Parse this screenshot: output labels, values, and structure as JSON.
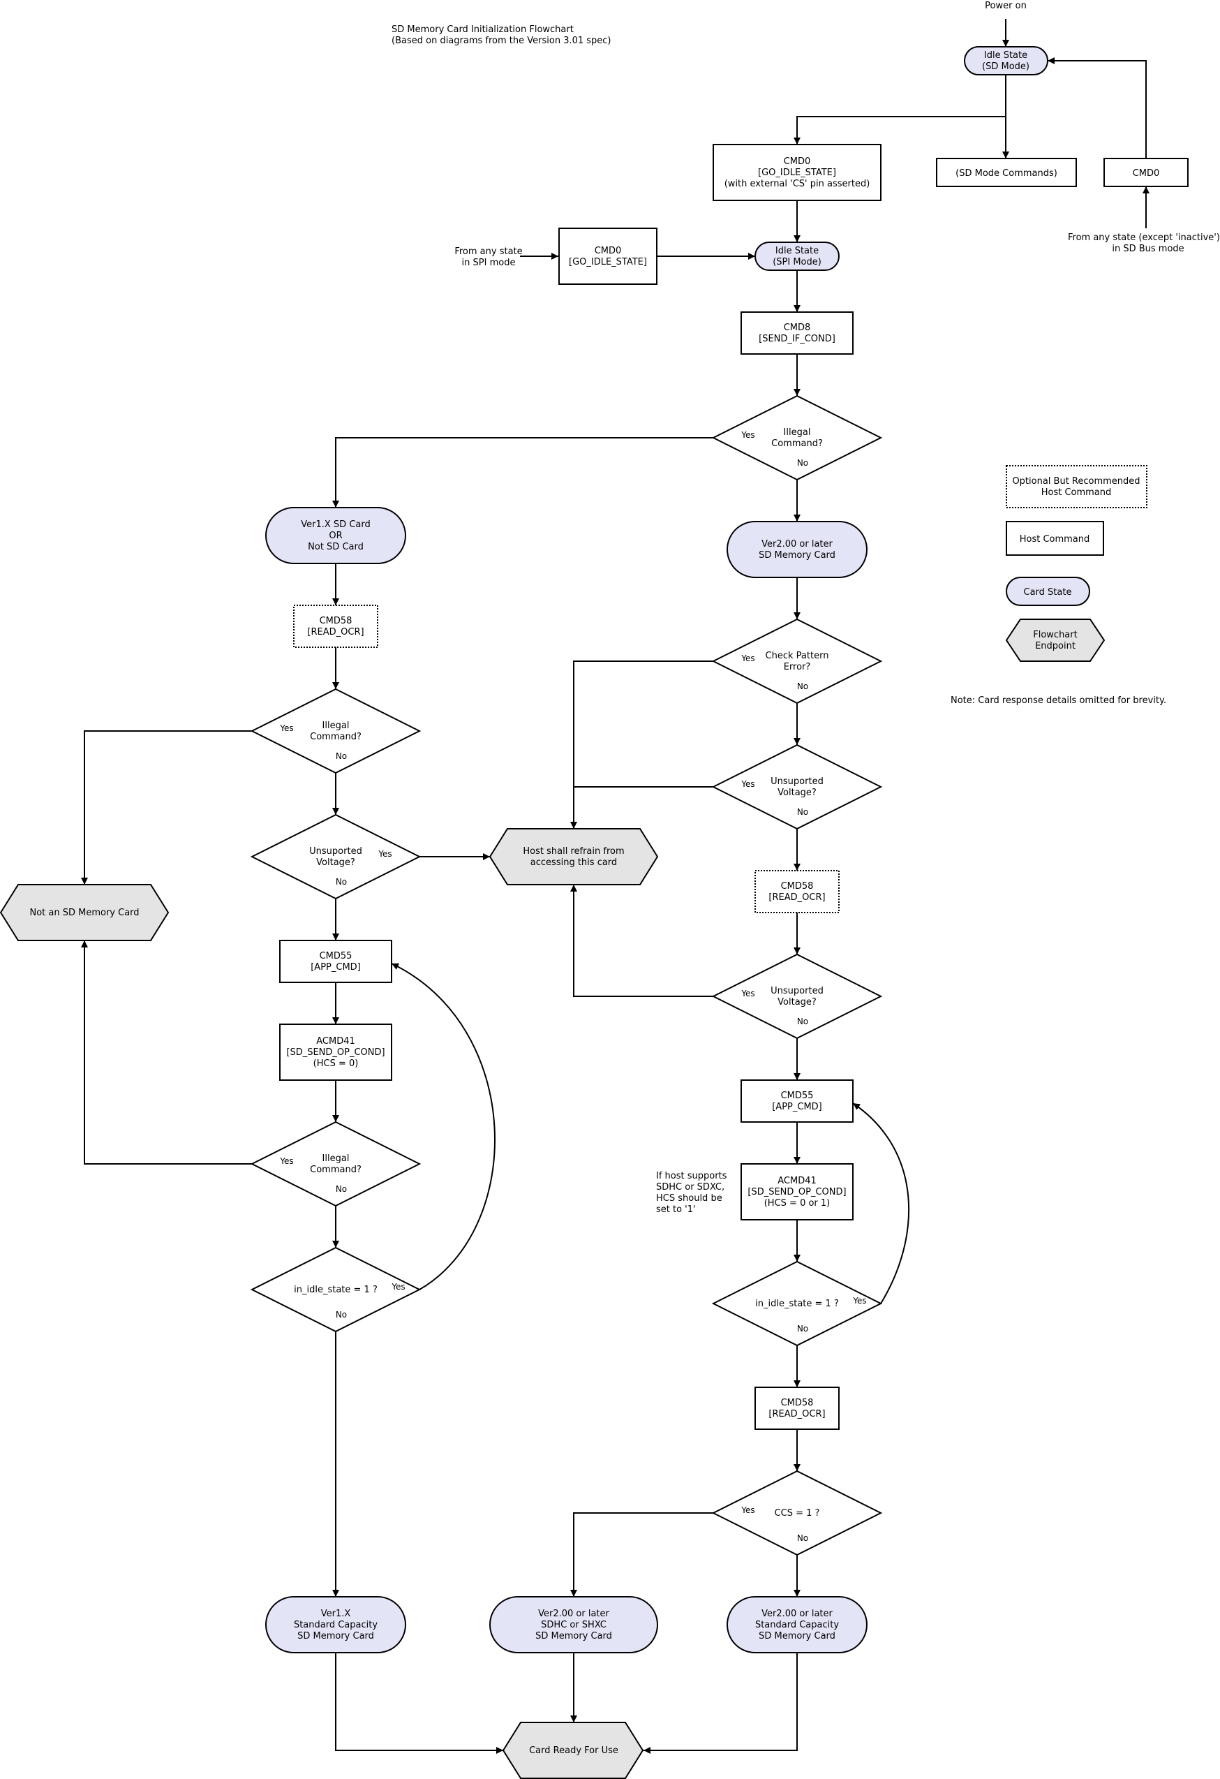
{
  "header": {
    "title": "SD Memory Card Initialization Flowchart",
    "subtitle": "(Based on diagrams from the Version 3.01 spec)"
  },
  "labels": {
    "power_on": "Power on",
    "from_spi": [
      "From any state",
      "in SPI mode"
    ],
    "from_sd_bus": [
      "From any state (except 'inactive')",
      "in SD Bus mode"
    ],
    "hcs_note": [
      "If host supports",
      "SDHC or SDXC,",
      "HCS should be",
      "set to '1'"
    ],
    "note": "Note: Card response details omitted for brevity."
  },
  "legend": {
    "optional": [
      "Optional But Recommended",
      "Host Command"
    ],
    "host_command": "Host Command",
    "card_state": "Card State",
    "endpoint": [
      "Flowchart",
      "Endpoint"
    ]
  },
  "branches": {
    "yes": "Yes",
    "no": "No"
  },
  "nodes": {
    "idle_sd": [
      "Idle State",
      "(SD Mode)"
    ],
    "cmd0_top": [
      "CMD0",
      "[GO_IDLE_STATE]",
      "(with external 'CS' pin asserted)"
    ],
    "sd_mode_commands": "(SD Mode Commands)",
    "cmd0_right": "CMD0",
    "cmd0_spi": [
      "CMD0",
      "[GO_IDLE_STATE]"
    ],
    "idle_spi": [
      "Idle State",
      "(SPI Mode)"
    ],
    "cmd8": [
      "CMD8",
      "[SEND_IF_COND]"
    ],
    "illegal_cmd_1": [
      "Illegal",
      "Command?"
    ],
    "ver1_or_not": [
      "Ver1.X SD Card",
      "OR",
      "Not SD Card"
    ],
    "ver2_card": [
      "Ver2.00 or later",
      "SD Memory Card"
    ],
    "cmd58_l": [
      "CMD58",
      "[READ_OCR]"
    ],
    "check_pattern": [
      "Check Pattern",
      "Error?"
    ],
    "illegal_cmd_2": [
      "Illegal",
      "Command?"
    ],
    "unsupported_r1": [
      "Unsuported",
      "Voltage?"
    ],
    "unsupported_l": [
      "Unsuported",
      "Voltage?"
    ],
    "refrain": [
      "Host shall refrain from",
      "accessing this card"
    ],
    "not_sd": "Not an SD Memory Card",
    "cmd58_r1": [
      "CMD58",
      "[READ_OCR]"
    ],
    "cmd55_l": [
      "CMD55",
      "[APP_CMD]"
    ],
    "unsupported_r2": [
      "Unsuported",
      "Voltage?"
    ],
    "acmd41_l": [
      "ACMD41",
      "[SD_SEND_OP_COND]",
      "(HCS = 0)"
    ],
    "cmd55_r": [
      "CMD55",
      "[APP_CMD]"
    ],
    "illegal_cmd_3": [
      "Illegal",
      "Command?"
    ],
    "acmd41_r": [
      "ACMD41",
      "[SD_SEND_OP_COND]",
      "(HCS = 0 or 1)"
    ],
    "idle_check_l": "in_idle_state = 1 ?",
    "idle_check_r": "in_idle_state = 1 ?",
    "cmd58_r2": [
      "CMD58",
      "[READ_OCR]"
    ],
    "ccs_check": "CCS = 1 ?",
    "ver1_std": [
      "Ver1.X",
      "Standard Capacity",
      "SD Memory Card"
    ],
    "ver2_sdhc": [
      "Ver2.00 or later",
      "SDHC or SHXC",
      "SD Memory Card"
    ],
    "ver2_std": [
      "Ver2.00 or later",
      "Standard Capacity",
      "SD Memory Card"
    ],
    "card_ready": "Card Ready For Use"
  }
}
